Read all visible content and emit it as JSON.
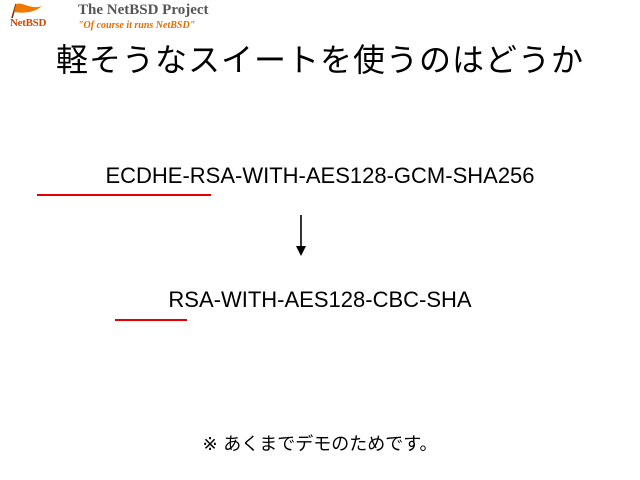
{
  "header": {
    "logo_text": "NetBSD",
    "project_title": "The NetBSD Project",
    "tagline": "\"Of course it runs NetBSD\""
  },
  "slide": {
    "title": "軽そうなスイートを使うのはどうか",
    "suite_from": "ECDHE-RSA-WITH-AES128-GCM-SHA256",
    "suite_to": "RSA-WITH-AES128-CBC-SHA",
    "arrow_icon": "down-arrow-icon",
    "note": "※ あくまでデモのためです。"
  },
  "colors": {
    "underline": "#e60000",
    "logo": "#d04a00",
    "tagline": "#e07000"
  }
}
